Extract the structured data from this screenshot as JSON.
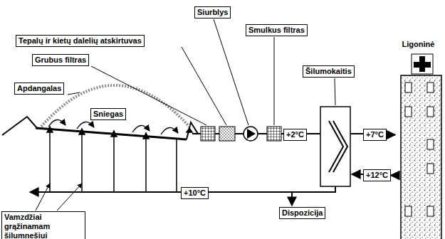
{
  "diagram": {
    "nodes": [
      {
        "text": [
          "Siurblys"
        ]
      },
      {
        "text": [
          "Smulkus filtras"
        ]
      },
      {
        "text": [
          "Tepalų ir kietų dalelių atskirtuvas"
        ]
      },
      {
        "text": [
          "Grubus filtras"
        ]
      },
      {
        "text": [
          "Apdangalas"
        ]
      },
      {
        "text": [
          "Sniegas"
        ]
      },
      {
        "text": [
          "Šilumokaitis"
        ]
      },
      {
        "text": [
          "Ligoninė"
        ]
      },
      {
        "text": [
          "+2°C"
        ]
      },
      {
        "text": [
          "+7°C"
        ]
      },
      {
        "text": [
          "+12°C"
        ]
      },
      {
        "text": [
          "+10°C"
        ]
      },
      {
        "text": [
          "Dispozicija"
        ]
      },
      {
        "text": [
          "Vamzdžiai grąžinamam šilumnešiui"
        ]
      }
    ],
    "edges": [
      {
        "from": 9,
        "to": 7,
        "arrow": "to"
      },
      {
        "from": 7,
        "to": 10,
        "arrow": "to"
      }
    ]
  }
}
